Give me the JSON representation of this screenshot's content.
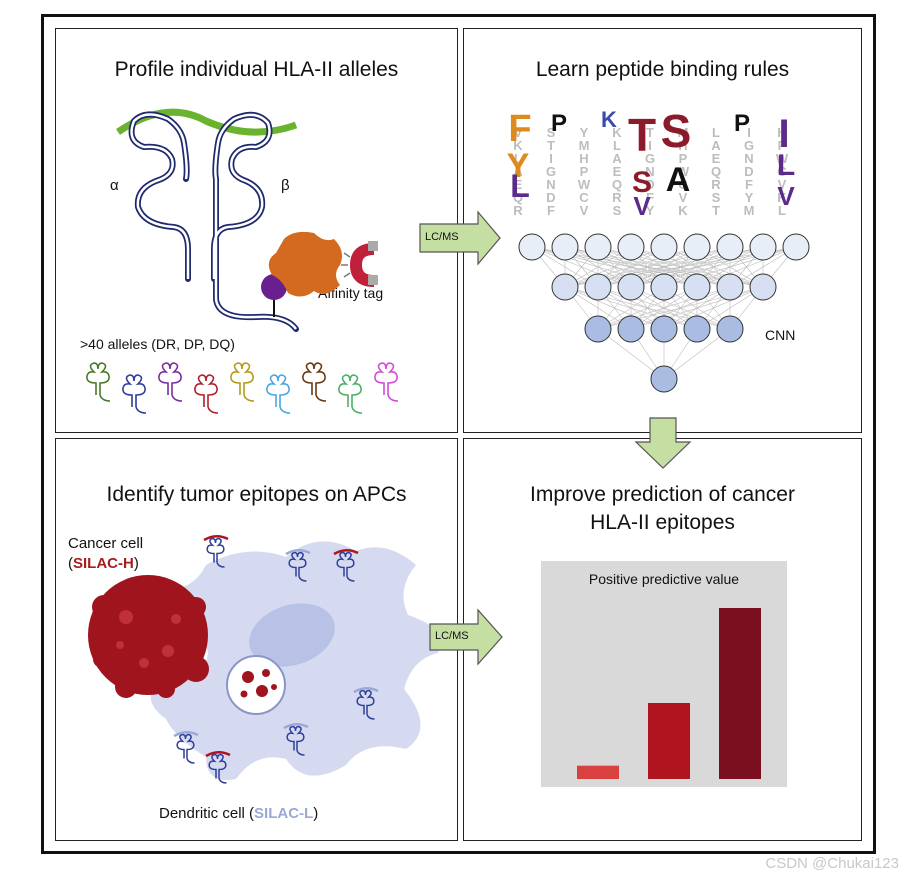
{
  "panels": {
    "profile": {
      "title": "Profile individual HLA-II alleles",
      "alpha": "α",
      "beta": "β",
      "affinity_tag": "Affinity tag",
      "alleles_note": ">40 alleles (DR, DP, DQ)",
      "allele_colors": [
        "#4a7a28",
        "#2f3f9a",
        "#7a2fa0",
        "#b01f2e",
        "#b59a1a",
        "#4aa6e0",
        "#6b3a12",
        "#4caf6a",
        "#d24ad8"
      ]
    },
    "learn": {
      "title": "Learn peptide binding rules",
      "cnn_label": "CNN",
      "logo_letters": [
        {
          "char": "F",
          "color": "#e08a1e"
        },
        {
          "char": "Y",
          "color": "#e08a1e"
        },
        {
          "char": "L",
          "color": "#5b2a8a"
        },
        {
          "char": "P",
          "color": "#111111"
        },
        {
          "char": "T",
          "color": "#8b1a2a"
        },
        {
          "char": "S",
          "color": "#8b1a2a"
        },
        {
          "char": "K",
          "color": "#3a4aa8"
        },
        {
          "char": "S",
          "color": "#8b1a2a"
        },
        {
          "char": "A",
          "color": "#111111"
        },
        {
          "char": "V",
          "color": "#5b2a8a"
        },
        {
          "char": "P",
          "color": "#111111"
        },
        {
          "char": "I",
          "color": "#5b2a8a"
        },
        {
          "char": "L",
          "color": "#5b2a8a"
        },
        {
          "char": "V",
          "color": "#5b2a8a"
        }
      ]
    },
    "identify": {
      "title": "Identify tumor epitopes on APCs",
      "cancer_cell": "Cancer cell",
      "silac_h": "SILAC-H",
      "dendritic_cell": "Dendritic cell",
      "silac_l": "SILAC-L"
    },
    "improve": {
      "title_line1": "Improve prediction of cancer",
      "title_line2": "HLA-II epitopes",
      "chart_title": "Positive predictive value"
    }
  },
  "arrows": {
    "lcms_top": "LC/MS",
    "lcms_bottom": "LC/MS"
  },
  "chart_data": {
    "type": "bar",
    "title": "Positive predictive value",
    "categories": [
      "",
      "",
      ""
    ],
    "values": [
      0.07,
      0.4,
      0.9
    ],
    "ylim": [
      0,
      1
    ],
    "colors": [
      "#d94040",
      "#b0141e",
      "#7a0f1f"
    ],
    "grid": false
  },
  "watermark": "CSDN @Chukai123"
}
